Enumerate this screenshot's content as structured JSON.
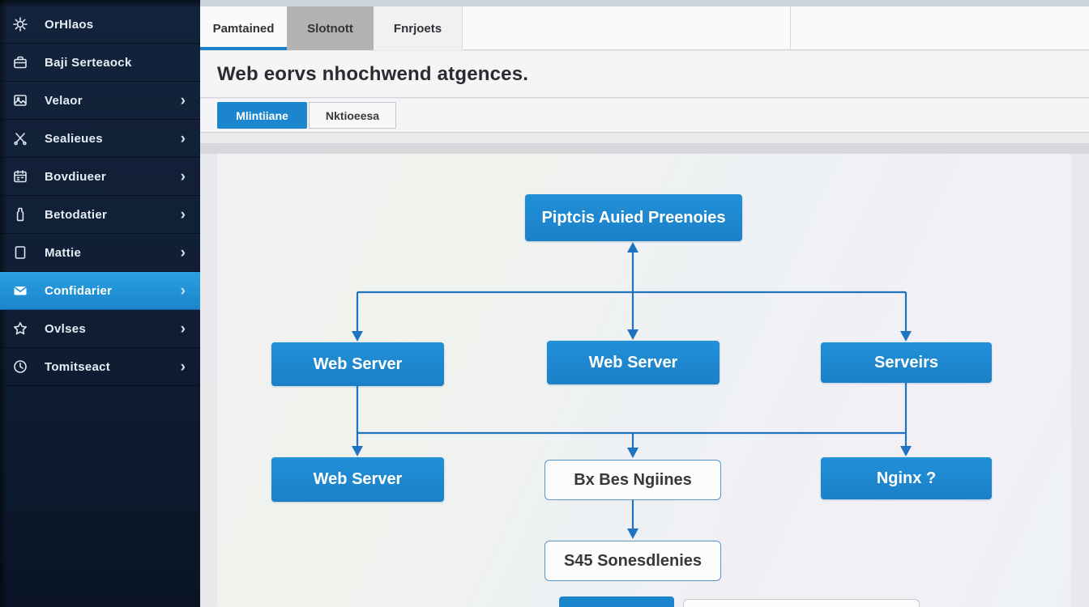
{
  "sidebar": {
    "chevron_glyph": "›",
    "items": [
      {
        "label": "OrHlaos",
        "icon": "gear-icon",
        "chevron": false,
        "active": false
      },
      {
        "label": "Baji Serteaock",
        "icon": "briefcase-icon",
        "chevron": false,
        "active": false
      },
      {
        "label": "Velaor",
        "icon": "image-icon",
        "chevron": true,
        "active": false
      },
      {
        "label": "Sealieues",
        "icon": "scissors-icon",
        "chevron": true,
        "active": false
      },
      {
        "label": "Bovdiueer",
        "icon": "calendar-icon",
        "chevron": true,
        "active": false
      },
      {
        "label": "Betodatier",
        "icon": "bottle-icon",
        "chevron": true,
        "active": false
      },
      {
        "label": "Mattie",
        "icon": "file-icon",
        "chevron": true,
        "active": false
      },
      {
        "label": "Confidarier",
        "icon": "envelope-icon",
        "chevron": true,
        "active": true
      },
      {
        "label": "Ovlses",
        "icon": "star-icon",
        "chevron": true,
        "active": false
      },
      {
        "label": "Tomitseact",
        "icon": "clock-icon",
        "chevron": true,
        "active": false
      }
    ]
  },
  "tabs": [
    {
      "label": "Pamtained",
      "state": "active"
    },
    {
      "label": "Slotnott",
      "state": "pressed"
    },
    {
      "label": "Fnrjoets",
      "state": "normal"
    }
  ],
  "page": {
    "title": "Web eorvs nhochwend atgences."
  },
  "subtabs": [
    {
      "label": "Mlintiiane",
      "active": true
    },
    {
      "label": "Nktioeesa",
      "active": false
    }
  ],
  "diagram": {
    "nodes": [
      {
        "label": "Piptcis Auied Preenoies",
        "style": "blue"
      },
      {
        "label": "Web Server",
        "style": "blue"
      },
      {
        "label": "Web Server",
        "style": "blue"
      },
      {
        "label": "Serveirs",
        "style": "blue"
      },
      {
        "label": "Web Server",
        "style": "blue"
      },
      {
        "label": "Bx Bes Ngiines",
        "style": "outline"
      },
      {
        "label": "Nginx ?",
        "style": "blue"
      },
      {
        "label": "S45 Sonesdlenies",
        "style": "outline"
      }
    ]
  },
  "colors": {
    "accent_blue": "#1b86cd",
    "sidebar_bg": "#0f1e33",
    "active_item_blue": "#1e8fd5",
    "connector_blue": "#1e74c0",
    "tab_gray": "#b3b2b3"
  }
}
